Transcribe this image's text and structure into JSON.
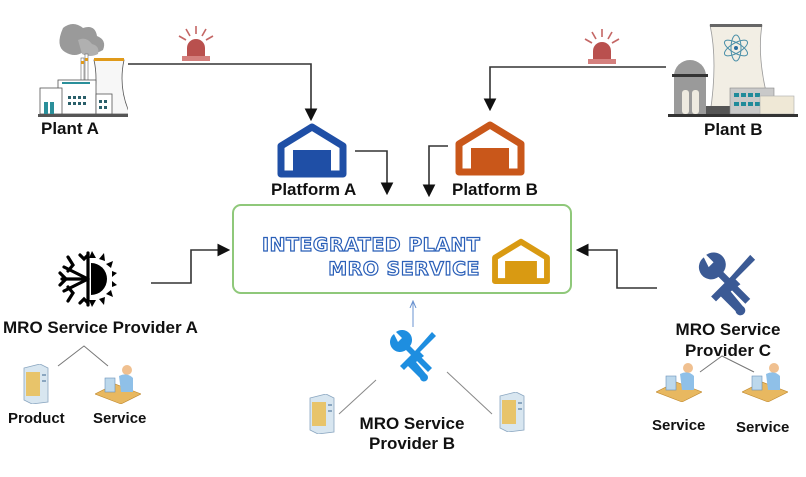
{
  "diagram": {
    "title_line1": "INTEGRATED PLANT",
    "title_line2": "MRO SERVICE",
    "plants": [
      {
        "label": "Plant A",
        "type": "thermal-plant"
      },
      {
        "label": "Plant B",
        "type": "nuclear-plant"
      }
    ],
    "platforms": [
      {
        "label": "Platform A",
        "color": "#1f4fa6"
      },
      {
        "label": "Platform B",
        "color": "#c9571a"
      }
    ],
    "hub_platform_color": "#d99a12",
    "alarm_color": "#b9504e",
    "box_border_color": "#8fc87a",
    "providers": [
      {
        "label": "MRO Service Provider A",
        "icon": "snowflake-sun-icon",
        "children": [
          "Product",
          "Service"
        ]
      },
      {
        "label_line1": "MRO Service",
        "label_line2": "Provider B",
        "icon": "tools-icon",
        "icon_color": "#1e8ee0",
        "children": [
          "Product",
          "Product"
        ]
      },
      {
        "label_line1": "MRO Service",
        "label_line2": "Provider C",
        "icon": "tools-icon",
        "icon_color": "#3b5a95",
        "children": [
          "Service",
          "Service"
        ]
      }
    ]
  }
}
